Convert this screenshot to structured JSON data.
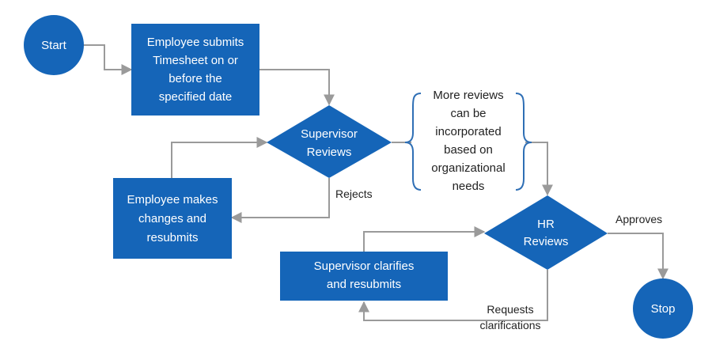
{
  "colors": {
    "node_fill": "#1565b8",
    "node_text": "#ffffff",
    "connector": "#9a9a9a",
    "brace": "#2f6fb5",
    "label_text": "#222222"
  },
  "nodes": {
    "start": "Start",
    "submit": [
      "Employee submits",
      "Timesheet on or",
      "before the",
      "specified date"
    ],
    "supervisor_review": [
      "Supervisor",
      "Reviews"
    ],
    "employee_changes": [
      "Employee makes",
      "changes and",
      "resubmits"
    ],
    "hr_review": [
      "HR",
      "Reviews"
    ],
    "supervisor_clarifies": [
      "Supervisor clarifies",
      "and resubmits"
    ],
    "stop": "Stop"
  },
  "note": [
    "More reviews",
    "can be",
    "incorporated",
    "based on",
    "organizational",
    "needs"
  ],
  "edge_labels": {
    "rejects": "Rejects",
    "approves": "Approves",
    "requests": [
      "Requests",
      "clarifications"
    ]
  }
}
